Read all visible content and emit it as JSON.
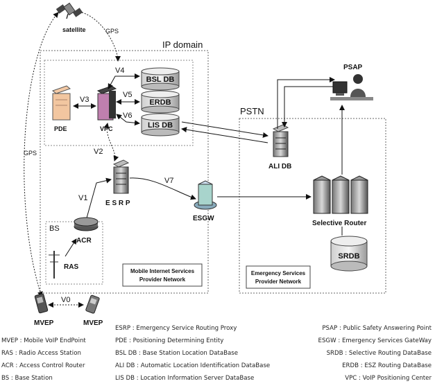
{
  "domains": {
    "ip": "IP domain",
    "pstn": "PSTN",
    "bs": "BS"
  },
  "nodes": {
    "satellite": "satellite",
    "pde": "PDE",
    "vpc": "VPC",
    "bsl_db": "BSL DB",
    "erdb": "ERDB",
    "lis_db": "LIS DB",
    "esrp": "E S R P",
    "acr": "ACR",
    "ras": "RAS",
    "esgw": "ESGW",
    "ali_db": "ALI DB",
    "psap": "PSAP",
    "selective_router": "Selective Router",
    "srdb": "SRDB",
    "mvep_left": "MVEP",
    "mvep_right": "MVEP"
  },
  "links": {
    "gps_top": "GPS",
    "gps_left": "GPS",
    "v0": "V0",
    "v1": "V1",
    "v2": "V2",
    "v3": "V3",
    "v4": "V4",
    "v5": "V5",
    "v6": "V6",
    "v7": "V7"
  },
  "networks": {
    "mobile_line1": "Mobile Internet Services",
    "mobile_line2": "Provider Network",
    "emergency_line1": "Emergency Services",
    "emergency_line2": "Provider Network"
  },
  "legend": {
    "col1": [
      "MVEP : Mobile VoIP EndPoint",
      "RAS : Radio Access Station",
      "ACR : Access Control Router",
      "BS : Base Station"
    ],
    "col2": [
      "ESRP : Emergency Service Routing Proxy",
      "PDE : Positioning Determining Entity",
      "BSL DB : Base Station Location DataBase",
      "ALI DB : Automatic Location Identification DataBase",
      "LIS DB : Location Information Server DataBase"
    ],
    "col3": [
      "PSAP : Public Safety Answering Point",
      "ESGW : Emergency Services GateWay",
      "SRDB : Selective Routing DataBase",
      "ERDB : ESZ Routing DataBase",
      "VPC : VoIP Positioning Center"
    ]
  }
}
